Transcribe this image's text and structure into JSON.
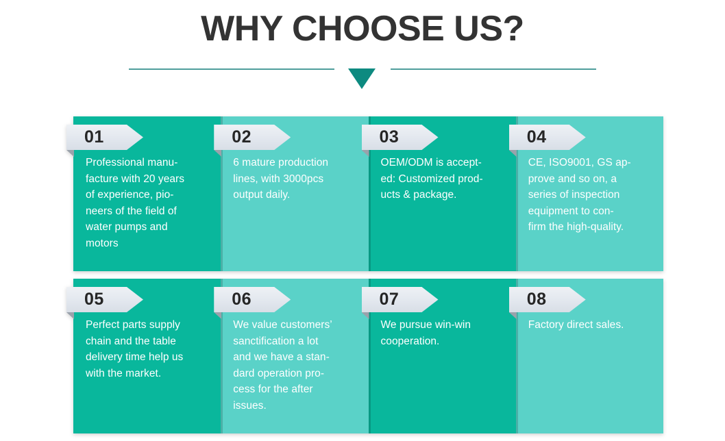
{
  "header": {
    "title": "WHY CHOOSE US?",
    "divider_icon": "down-triangle-icon",
    "accent_color": "#0d8a80",
    "line_color": "#4e9e9b",
    "title_color": "#333333"
  },
  "theme": {
    "card_dark": "#09b79c",
    "card_light": "#5ad2c8",
    "ribbon_bg": "#e4e9ef",
    "ribbon_number_color": "#262626",
    "card_text_color": "#ffffff"
  },
  "cards": [
    {
      "number": "01",
      "text": "Professional manu-\nfacture with 20 years\nof experience, pio-\nneers of the field of\nwater pumps and\nmotors",
      "tone": "dark"
    },
    {
      "number": "02",
      "text": "6 mature production\nlines, with 3000pcs\noutput daily.",
      "tone": "light"
    },
    {
      "number": "03",
      "text": "OEM/ODM is accept-\ned: Customized prod-\nucts & package.",
      "tone": "dark"
    },
    {
      "number": "04",
      "text": "CE, ISO9001, GS ap-\nprove and so on, a\nseries of inspection\nequipment to con-\nfirm the high-quality.",
      "tone": "light"
    },
    {
      "number": "05",
      "text": "Perfect parts supply\nchain and the table\ndelivery time help us\nwith the market.",
      "tone": "dark"
    },
    {
      "number": "06",
      "text": "We value customers’\nsanctification a lot\nand we have a stan-\ndard operation pro-\ncess for the after\nissues.",
      "tone": "light"
    },
    {
      "number": "07",
      "text": "We pursue win-win\ncooperation.",
      "tone": "dark"
    },
    {
      "number": "08",
      "text": "Factory direct sales.",
      "tone": "light"
    }
  ]
}
